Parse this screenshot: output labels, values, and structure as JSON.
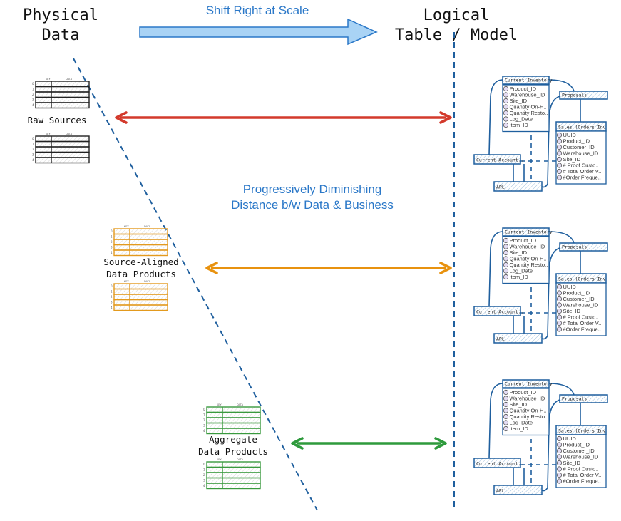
{
  "titles": {
    "physical": [
      "Physical",
      "Data"
    ],
    "logical": [
      "Logical",
      "Table / Model"
    ]
  },
  "shift_arrow_label": "Shift Right at Scale",
  "center_text": [
    "Progressively Diminishing",
    "Distance b/w Data & Business"
  ],
  "tiers": [
    {
      "label": [
        "Raw Sources"
      ],
      "color": "#222222",
      "arrow_color": "#d33a2c"
    },
    {
      "label": [
        "Source-Aligned",
        "Data Products"
      ],
      "color": "#e39a1e",
      "arrow_color": "#e8920f"
    },
    {
      "label": [
        "Aggregate",
        "Data Products"
      ],
      "color": "#3a9a3e",
      "arrow_color": "#2e9a3c"
    }
  ],
  "table_icon": {
    "headers": [
      "KEY",
      "DATA"
    ],
    "rows": [
      "0",
      "1",
      "2",
      "3",
      "4"
    ]
  },
  "model": {
    "current_inventory": {
      "title": "Current Inventory",
      "fields": [
        "Product_ID",
        "Warehouse_ID",
        "Site_ID",
        "Quantity On-H..",
        "Quantity Resto..",
        "Log_Date",
        "Item_ID"
      ]
    },
    "proposals": {
      "title": "Proposals"
    },
    "sales_orders": {
      "title": "Sales (Orders Inv..",
      "fields": [
        "UUID",
        "Product_ID",
        "Customer_ID",
        "Warehouse_ID",
        "Site_ID",
        "# Proof Custo..",
        "# Total Order V..",
        "#Order Freque.."
      ]
    },
    "current_account": {
      "title": "Current Account.."
    },
    "apl": {
      "title": "APL"
    }
  },
  "colors": {
    "accent_blue": "#2b78c8",
    "arrow_fill": "#a9d3f5",
    "model_blue": "#1f5f9e"
  }
}
